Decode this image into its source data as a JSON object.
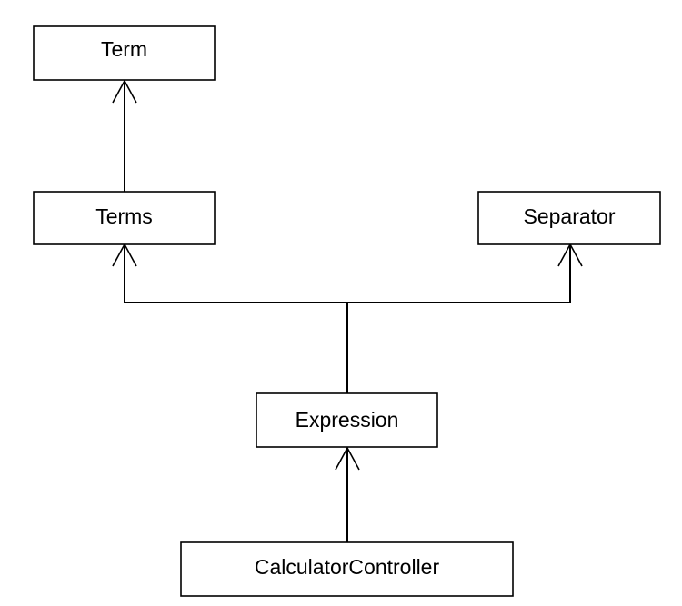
{
  "diagram": {
    "type": "class-dependency",
    "nodes": [
      {
        "id": "term",
        "label": "Term"
      },
      {
        "id": "terms",
        "label": "Terms"
      },
      {
        "id": "separator",
        "label": "Separator"
      },
      {
        "id": "expression",
        "label": "Expression"
      },
      {
        "id": "calculator_controller",
        "label": "CalculatorController"
      }
    ],
    "edges": [
      {
        "from": "terms",
        "to": "term",
        "arrow": "open"
      },
      {
        "from": "expression",
        "to": "terms",
        "arrow": "open"
      },
      {
        "from": "expression",
        "to": "separator",
        "arrow": "open"
      },
      {
        "from": "calculator_controller",
        "to": "expression",
        "arrow": "open"
      }
    ],
    "colors": {
      "stroke": "#000000",
      "fill": "#ffffff"
    }
  }
}
